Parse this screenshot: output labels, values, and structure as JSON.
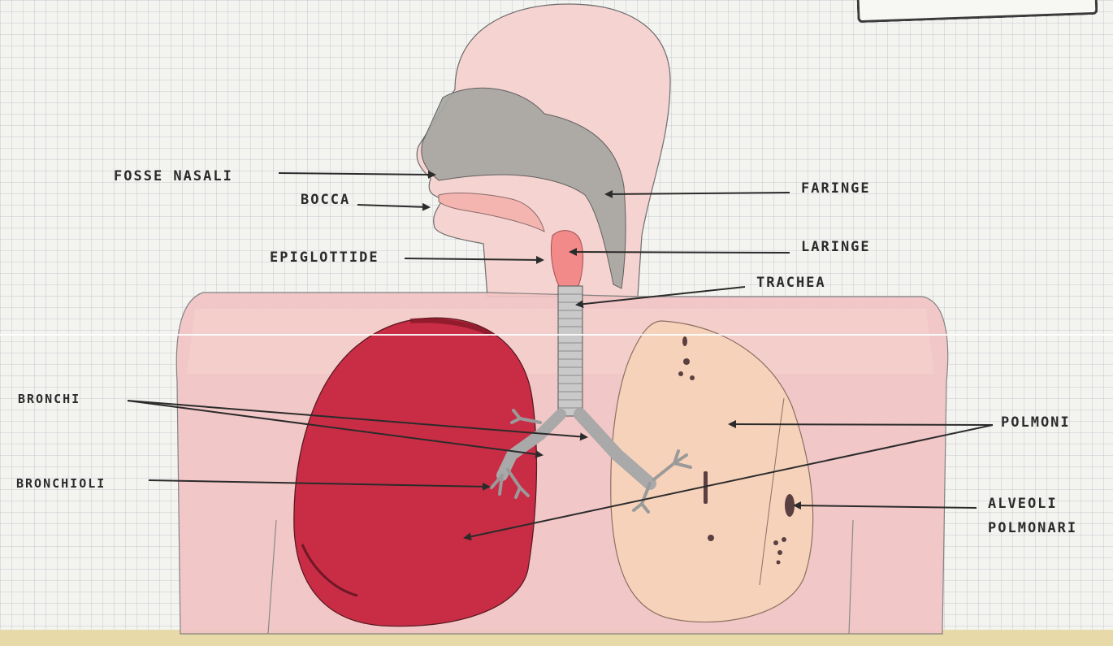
{
  "labels": {
    "fosse_nasali": "FOSSE NASALI",
    "bocca": "BOCCA",
    "epiglottide": "EPIGLOTTIDE",
    "faringe": "FARINGE",
    "laringe": "LARINGE",
    "trachea": "TRACHEA",
    "bronchi": "BRONCHI",
    "bronchioli": "BRONCHIOLI",
    "polmoni": "POLMONI",
    "alveoli_line1": "ALVEOLI",
    "alveoli_line2": "POLMONARI"
  },
  "colors": {
    "body_fill": "#f2c4c4",
    "right_lung": "#c92d45",
    "left_lung": "#f6d2bb",
    "nasal_cavity": "#a7a7a2",
    "trachea": "#c9c9c9",
    "ink": "#2b2b2b"
  }
}
